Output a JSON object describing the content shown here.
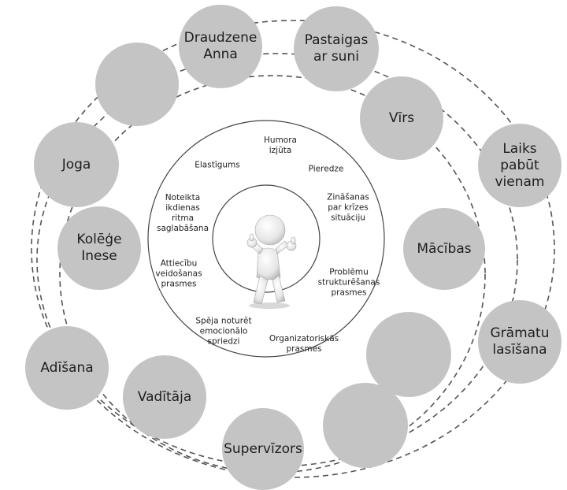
{
  "outer_resources": [
    {
      "id": "draudzene-anna",
      "label": "Draudzene\nAnna"
    },
    {
      "id": "pastaigas-ar-suni",
      "label": "Pastaigas\nar suni"
    },
    {
      "id": "empty-top-left",
      "label": ""
    },
    {
      "id": "virs",
      "label": "Vīrs"
    },
    {
      "id": "laiks-pabut-vienam",
      "label": "Laiks\npabūt\nvienam"
    },
    {
      "id": "joga",
      "label": "Joga"
    },
    {
      "id": "kolege-inese",
      "label": "Kolēģe\nInese"
    },
    {
      "id": "macibas",
      "label": "Mācības"
    },
    {
      "id": "gramatu-lasisana",
      "label": "Grāmatu\nlasīšana"
    },
    {
      "id": "empty-right-lower",
      "label": ""
    },
    {
      "id": "adisana",
      "label": "Adīšana"
    },
    {
      "id": "vaditaja",
      "label": "Vadītāja"
    },
    {
      "id": "empty-bottom-right",
      "label": ""
    },
    {
      "id": "supervizors",
      "label": "Supervīzors"
    }
  ],
  "inner_skills": [
    {
      "id": "humora-izjuta",
      "label": "Humora\nizjūta"
    },
    {
      "id": "elastigums",
      "label": "Elastīgums"
    },
    {
      "id": "pieredze",
      "label": "Pieredze"
    },
    {
      "id": "noteikta-ikdienas-ritma",
      "label": "Noteikta\nikdienas\nritma\nsaglabāšana"
    },
    {
      "id": "zinasanas-par-krizes",
      "label": "Zināšanas\npar krīzes\nsituāciju"
    },
    {
      "id": "attiecibu-veidosanas",
      "label": "Attiecību\nveidošanas\nprasmes"
    },
    {
      "id": "problemu-strukturesanas",
      "label": "Problēmu\nstrukturēšanas\nprasmes"
    },
    {
      "id": "speja-noturet",
      "label": "Spēja noturēt\nemocionālo\nspriedzi"
    },
    {
      "id": "organizatoriskas",
      "label": "Organizatoriskās\nprasmes"
    }
  ],
  "center_figure": {
    "icon": "thumbs-up-person-icon"
  },
  "colors": {
    "resource_fill": "#c4c4c4",
    "ring_stroke": "#555555",
    "text": "#1e1e1e"
  }
}
